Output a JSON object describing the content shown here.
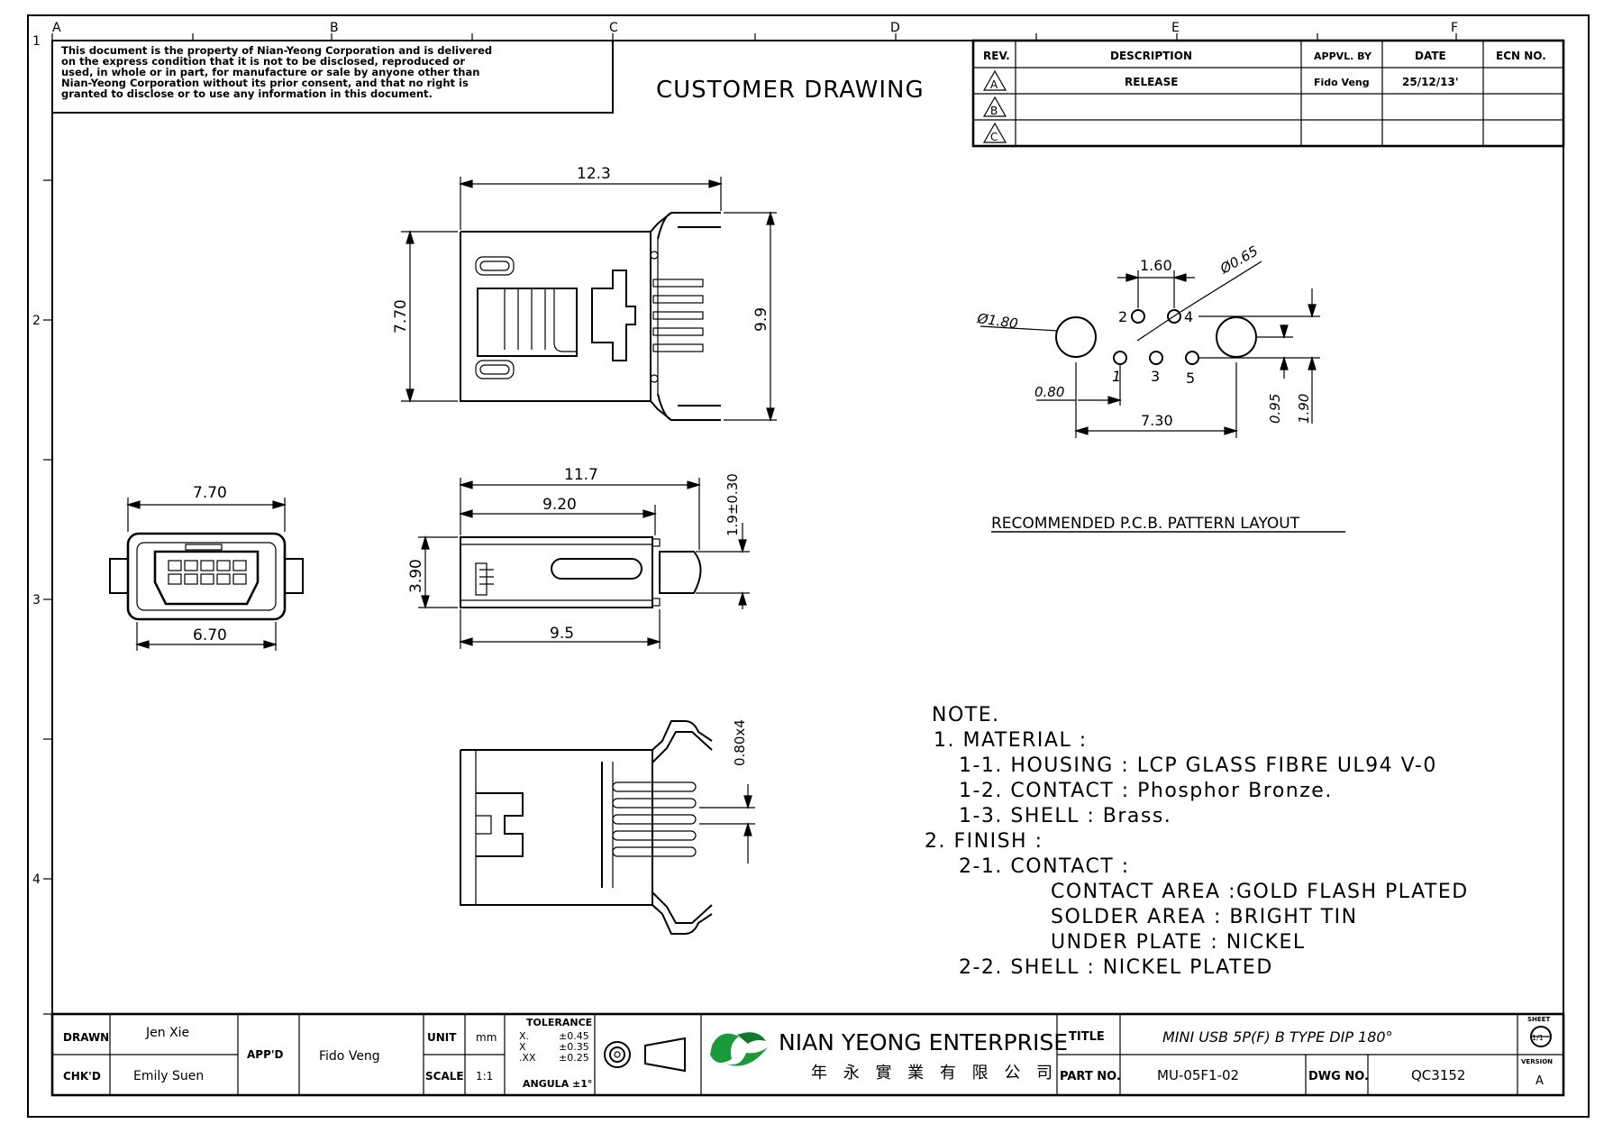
{
  "header": {
    "disclaimer": [
      "This document is the property of Nian-Yeong Corporation and is delivered",
      "on the express condition that it is not to be disclosed, reproduced or",
      "used, in whole or in part, for manufacture or sale by anyone other than",
      "Nian-Yeong Corporation without its prior consent, and that no right is",
      "granted to disclose or to use any information in this document."
    ],
    "customer_drawing": "CUSTOMER DRAWING"
  },
  "grid": {
    "columns": [
      "A",
      "B",
      "C",
      "D",
      "E",
      "F"
    ],
    "rows": [
      "1",
      "2",
      "3",
      "4"
    ]
  },
  "revision_table": {
    "headers": [
      "REV.",
      "DESCRIPTION",
      "APPVL. BY",
      "DATE",
      "ECN NO."
    ],
    "rows": [
      {
        "rev": "A",
        "description": "RELEASE",
        "appvl": "Fido Veng",
        "date": "25/12/13'",
        "ecn": ""
      },
      {
        "rev": "B",
        "description": "",
        "appvl": "",
        "date": "",
        "ecn": ""
      },
      {
        "rev": "C",
        "description": "",
        "appvl": "",
        "date": "",
        "ecn": ""
      }
    ]
  },
  "dimensions": {
    "top_width": "12.3",
    "top_height": "7.70",
    "top_total": "9.9",
    "front_width_top": "7.70",
    "front_width_bottom": "6.70",
    "side_len_1": "11.7",
    "side_len_2": "9.20",
    "side_len_3": "9.5",
    "side_height": "3.90",
    "side_tol": "1.9±0.30",
    "bottom_pitch": "0.80x4",
    "pcb_pitch": "1.60",
    "pcb_hole_small": "Ø0.65",
    "pcb_hole_big": "Ø1.80",
    "pcb_offset": "0.80",
    "pcb_span": "7.30",
    "pcb_v1": "0.95",
    "pcb_v2": "1.90",
    "pin_labels": [
      "1",
      "2",
      "3",
      "4",
      "5"
    ]
  },
  "pcb_title": "RECOMMENDED P.C.B. PATTERN LAYOUT",
  "notes": [
    "NOTE.",
    "1. MATERIAL :",
    "1-1. HOUSING : LCP GLASS FIBRE UL94 V-0",
    "1-2. CONTACT : Phosphor Bronze.",
    "1-3. SHELL : Brass.",
    "2. FINISH :",
    "2-1. CONTACT :",
    "CONTACT AREA :GOLD FLASH PLATED",
    "SOLDER AREA : BRIGHT TIN",
    "UNDER PLATE : NICKEL",
    "2-2. SHELL : NICKEL PLATED"
  ],
  "title_block": {
    "drawn_label": "DRAWN",
    "drawn": "Jen Xie",
    "chkd_label": "CHK'D",
    "chkd": "Emily Suen",
    "appd_label": "APP'D",
    "appd": "Fido Veng",
    "unit_label": "UNIT",
    "unit": "mm",
    "scale_label": "SCALE",
    "scale": "1:1",
    "tolerance_label": "TOLERANCE",
    "tolerance_rows": [
      [
        "X.",
        "±0.45"
      ],
      [
        "X",
        "±0.35"
      ],
      [
        ".XX",
        "±0.25"
      ]
    ],
    "angular": "ANGULA ±1°",
    "company": "NIAN YEONG ENTERPRISE",
    "company_cn": "年 永 實 業 有 限 公 司",
    "title_label": "TITLE",
    "title": "MINI USB 5P(F) B TYPE DIP 180°",
    "part_label": "PART NO.",
    "part": "MU-05F1-02",
    "dwg_label": "DWG NO.",
    "dwg": "QC3152",
    "sheet_label": "SHEET",
    "sheet": "1/1",
    "version_label": "VERSION",
    "version": "A"
  }
}
